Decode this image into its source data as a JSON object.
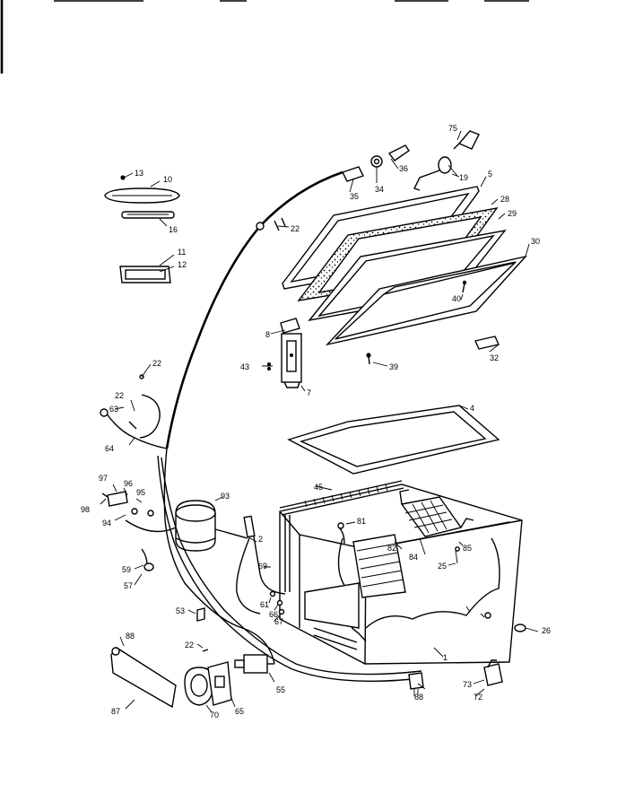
{
  "diagram": {
    "parts": [
      {
        "id": "p13",
        "label": "13"
      },
      {
        "id": "p10",
        "label": "10"
      },
      {
        "id": "p16",
        "label": "16"
      },
      {
        "id": "p11",
        "label": "11"
      },
      {
        "id": "p12",
        "label": "12"
      },
      {
        "id": "p75",
        "label": "75"
      },
      {
        "id": "p36",
        "label": "36"
      },
      {
        "id": "p19",
        "label": "19"
      },
      {
        "id": "p35",
        "label": "35"
      },
      {
        "id": "p34",
        "label": "34"
      },
      {
        "id": "p5",
        "label": "5"
      },
      {
        "id": "p28",
        "label": "28"
      },
      {
        "id": "p29",
        "label": "29"
      },
      {
        "id": "p30",
        "label": "30"
      },
      {
        "id": "p22a",
        "label": "22"
      },
      {
        "id": "p40",
        "label": "40"
      },
      {
        "id": "p8",
        "label": "8"
      },
      {
        "id": "p32",
        "label": "32"
      },
      {
        "id": "p39",
        "label": "39"
      },
      {
        "id": "p43",
        "label": "43"
      },
      {
        "id": "p7",
        "label": "7"
      },
      {
        "id": "p22b",
        "label": "22"
      },
      {
        "id": "p22c",
        "label": "22"
      },
      {
        "id": "p63",
        "label": "63"
      },
      {
        "id": "p64",
        "label": "64"
      },
      {
        "id": "p4",
        "label": "4"
      },
      {
        "id": "p45",
        "label": "45"
      },
      {
        "id": "p97",
        "label": "97"
      },
      {
        "id": "p96",
        "label": "96"
      },
      {
        "id": "p95",
        "label": "95"
      },
      {
        "id": "p98",
        "label": "98"
      },
      {
        "id": "p94",
        "label": "94"
      },
      {
        "id": "p93",
        "label": "93"
      },
      {
        "id": "p2",
        "label": "2"
      },
      {
        "id": "p81",
        "label": "81"
      },
      {
        "id": "p84",
        "label": "84"
      },
      {
        "id": "p85",
        "label": "85"
      },
      {
        "id": "p82",
        "label": "82"
      },
      {
        "id": "p25",
        "label": "25"
      },
      {
        "id": "p59",
        "label": "59"
      },
      {
        "id": "p57",
        "label": "57"
      },
      {
        "id": "p69",
        "label": "69"
      },
      {
        "id": "p61",
        "label": "61"
      },
      {
        "id": "p66",
        "label": "66"
      },
      {
        "id": "p67",
        "label": "67"
      },
      {
        "id": "p53",
        "label": "53"
      },
      {
        "id": "p26",
        "label": "26"
      },
      {
        "id": "p1",
        "label": "1"
      },
      {
        "id": "p88",
        "label": "88"
      },
      {
        "id": "p22d",
        "label": "22"
      },
      {
        "id": "p55",
        "label": "55"
      },
      {
        "id": "p73",
        "label": "73"
      },
      {
        "id": "p72",
        "label": "72"
      },
      {
        "id": "p68",
        "label": "68"
      },
      {
        "id": "p87",
        "label": "87"
      },
      {
        "id": "p70",
        "label": "70"
      },
      {
        "id": "p65",
        "label": "65"
      }
    ]
  }
}
